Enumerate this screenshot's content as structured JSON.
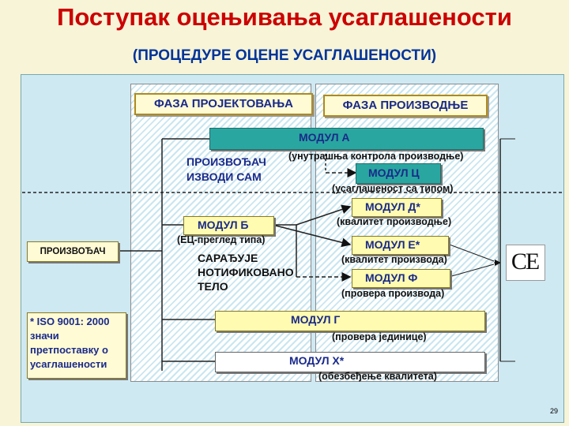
{
  "title": "Поступак оцењивања усаглашености",
  "subtitle": "(ПРОЦЕДУРЕ ОЦЕНЕ УСАГЛАШЕНОСТИ)",
  "phases": {
    "design": "ФАЗА ПРОЈЕКТОВАЊА",
    "production": "ФАЗА ПРОИЗВОДЊЕ"
  },
  "manufacturer_self": "ПРОИЗВОЂАЧ\nИЗВОДИ САМ",
  "manufacturer": "ПРОИЗВОЂАЧ",
  "notified_body": "САРАЂУЈЕ\nНОТИФИКОВАНО\nТЕЛО",
  "iso_note": "* ISO 9001: 2000\nзначи\nпретпоставку о\nусаглашености",
  "modules": {
    "a": {
      "label": "МОДУЛ  А",
      "desc": "(унутрашња контрола производње)"
    },
    "c": {
      "label": "МОДУЛ  Ц",
      "desc": "(усаглашеност са типом)"
    },
    "b": {
      "label": "МОДУЛ  Б",
      "desc": "(ЕЦ-преглед типа)"
    },
    "d": {
      "label": "МОДУЛ  Д*",
      "desc": "(квалитет производње)"
    },
    "e": {
      "label": "МОДУЛ  Е*",
      "desc": "(квалитет производа)"
    },
    "f": {
      "label": "МОДУЛ  Ф",
      "desc": "(провера производа)"
    },
    "g": {
      "label": "МОДУЛ  Г",
      "desc": "(провера јединице)"
    },
    "h": {
      "label": "МОДУЛ  Х*",
      "desc": "(обезбеђење квалитета)"
    }
  },
  "ce_mark": "CE",
  "page_number": "29",
  "colors": {
    "title": "#cc0000",
    "subtitle": "#003399",
    "teal_module": "#2aa6a0",
    "yellow_module": "#fffbb0"
  }
}
